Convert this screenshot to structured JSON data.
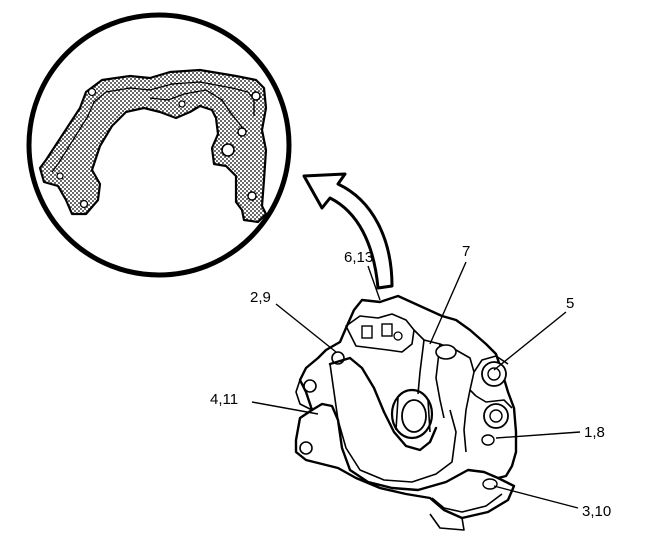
{
  "labels": {
    "l613": "6,13",
    "l7": "7",
    "l29": "2,9",
    "l5": "5",
    "l411": "4,11",
    "l18": "1,8",
    "l310": "3,10"
  }
}
